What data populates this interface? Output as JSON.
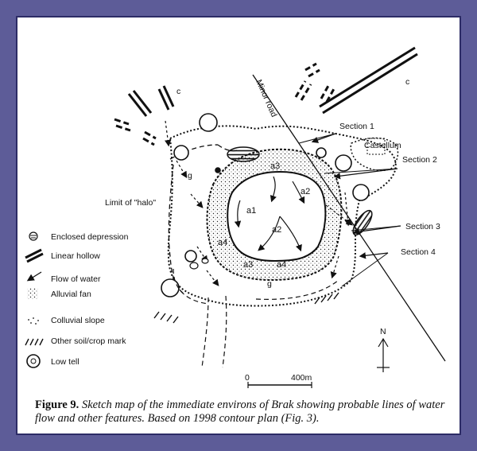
{
  "figure": {
    "number": "Figure 9.",
    "caption": "Sketch map of the immediate environs of Brak showing probable lines of water flow and other features. Based on 1998 contour plan (Fig. 3)."
  },
  "map_labels": {
    "minor_road": "Minor road",
    "section_1": "Section 1",
    "section_2": "Section 2",
    "section_3": "Section 3",
    "section_4": "Section 4",
    "castellum": "Castellum",
    "limit_halo": "Limit of \"halo\"",
    "c_left": "c",
    "c_right": "c",
    "g_upper": "g",
    "g_lower": "g",
    "north": "N",
    "scale_start": "0",
    "scale_end": "400m"
  },
  "zones": [
    "a3",
    "a2",
    "a1",
    "a2",
    "a4",
    "a3",
    "a4"
  ],
  "legend": [
    {
      "symbol": "enclosed-depression",
      "label": "Enclosed depression"
    },
    {
      "symbol": "linear-hollow",
      "label": "Linear hollow"
    },
    {
      "symbol": "flow-arrow",
      "label": "Flow of water"
    },
    {
      "symbol": "alluvial-fan",
      "label": "Alluvial fan"
    },
    {
      "symbol": "colluvial-slope",
      "label": "Colluvial slope"
    },
    {
      "symbol": "soil-crop-mark",
      "label": "Other soil/crop mark"
    },
    {
      "symbol": "low-tell",
      "label": "Low tell"
    }
  ],
  "colors": {
    "page_bg": "#5d5c98",
    "frame_border": "#2d2c66",
    "ink": "#111111"
  }
}
